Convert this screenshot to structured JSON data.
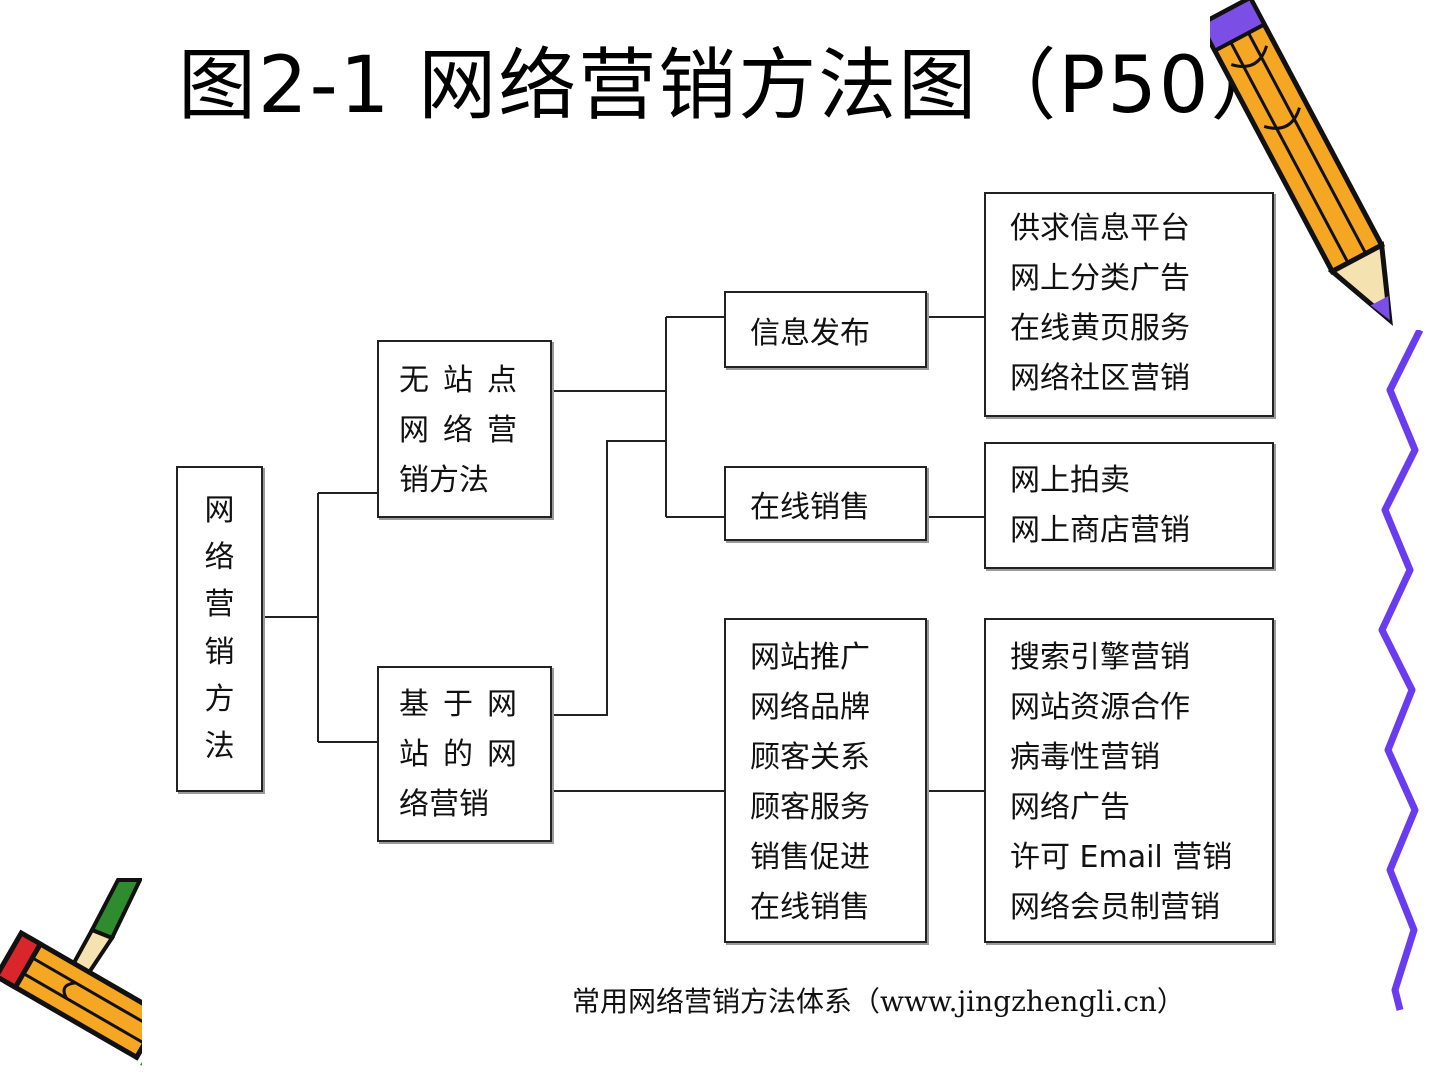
{
  "title": "图2-1 网络营销方法图（P50）",
  "root": {
    "chars": [
      "网",
      "络",
      "营",
      "销",
      "方",
      "法"
    ]
  },
  "nosite": {
    "lines": [
      "无站点",
      "网络营",
      "销方法"
    ]
  },
  "website": {
    "lines": [
      "基于网",
      "站的网",
      "络营销"
    ]
  },
  "info_publish": {
    "label": "信息发布"
  },
  "online_sales": {
    "label": "在线销售"
  },
  "website_funcs": {
    "items": [
      "网站推广",
      "网络品牌",
      "顾客关系",
      "顾客服务",
      "销售促进",
      "在线销售"
    ]
  },
  "info_methods": {
    "items": [
      "供求信息平台",
      "网上分类广告",
      "在线黄页服务",
      "网络社区营销"
    ]
  },
  "sales_methods": {
    "items": [
      "网上拍卖",
      "网上商店营销"
    ]
  },
  "website_methods": {
    "items": [
      "搜索引擎营销",
      "网站资源合作",
      "病毒性营销",
      "网络广告",
      "许可 Email 营销",
      "网络会员制营销"
    ]
  },
  "caption": "常用网络营销方法体系（www.jingzhengli.cn）",
  "colors": {
    "pencil_body": "#f5a623",
    "pencil_tip": "#7b4fe6",
    "wavy_line": "#6a3cf0",
    "eraser": "#d9262b",
    "clip_green": "#2e8b2e"
  }
}
